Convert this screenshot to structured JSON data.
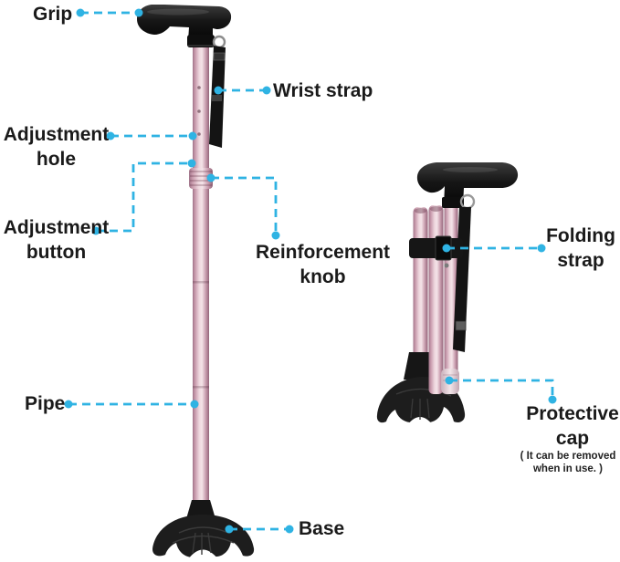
{
  "colors": {
    "accent_dashed_line": "#2fb3e3",
    "label_text": "#1a1a1a",
    "cane_pink": "#d9aebc",
    "cane_pink_light": "#f0dae2",
    "cane_pink_dark": "#a07489",
    "handle_black": "#141414",
    "base_black": "#1d1d1d",
    "protective_cap_pink": "#ecdde2",
    "background": "#ffffff"
  },
  "diagram": {
    "labels": {
      "grip": "Grip",
      "wrist_strap": "Wrist strap",
      "adjustment_hole": {
        "line1": "Adjustment",
        "line2": "hole"
      },
      "adjustment_button": {
        "line1": "Adjustment",
        "line2": "button"
      },
      "reinforcement_knob": {
        "line1": "Reinforcement",
        "line2": "knob"
      },
      "pipe": "Pipe",
      "base": "Base",
      "folding_strap": {
        "line1": "Folding",
        "line2": "strap"
      },
      "protective_cap": {
        "line1": "Protective",
        "line2": "cap"
      },
      "protective_cap_note": {
        "line1": "( It can be removed",
        "line2": "when in use. )"
      }
    }
  }
}
